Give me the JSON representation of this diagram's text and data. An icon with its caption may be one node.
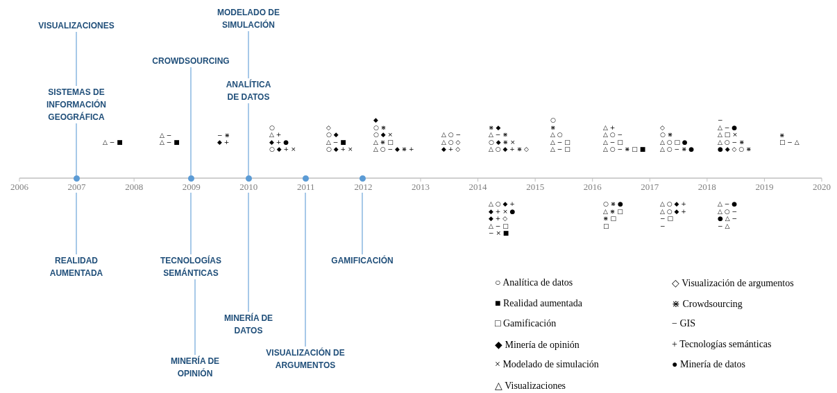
{
  "diagram": {
    "nodes": [
      {
        "text": [
          "VISUALIZACIONES"
        ]
      },
      {
        "text": [
          "SISTEMAS DE INFORMACIÓN GEOGRÁFICA"
        ]
      },
      {
        "text": [],
        "shape": "circle"
      },
      {
        "text": [
          "REALIDAD AUMENTADA"
        ]
      },
      {
        "text": [
          "CROWDSOURCING"
        ]
      },
      {
        "text": [],
        "shape": "circle"
      },
      {
        "text": [
          "TECNOLOGÍAS SEMÁNTICAS"
        ]
      },
      {
        "text": [
          "MINERÍA DE OPINIÓN"
        ]
      },
      {
        "text": [
          "MODELADO DE SIMULACIÓN"
        ]
      },
      {
        "text": [
          "ANALÍTICA DE DATOS"
        ]
      },
      {
        "text": [],
        "shape": "circle"
      },
      {
        "text": [
          "MINERÍA DE DATOS"
        ]
      },
      {
        "text": [],
        "shape": "circle"
      },
      {
        "text": [
          "VISUALIZACIÓN DE ARGUMENTOS"
        ]
      },
      {
        "text": [],
        "shape": "circle"
      },
      {
        "text": [
          "GAMIFICACIÓN"
        ]
      }
    ],
    "edges": [
      {
        "from": 0,
        "to": 1,
        "arrow": "none"
      },
      {
        "from": 1,
        "to": 2,
        "arrow": "none"
      },
      {
        "from": 2,
        "to": 3,
        "arrow": "none"
      },
      {
        "from": 4,
        "to": 5,
        "arrow": "none"
      },
      {
        "from": 5,
        "to": 6,
        "arrow": "none"
      },
      {
        "from": 6,
        "to": 7,
        "arrow": "none"
      },
      {
        "from": 8,
        "to": 9,
        "arrow": "none"
      },
      {
        "from": 9,
        "to": 10,
        "arrow": "none"
      },
      {
        "from": 10,
        "to": 11,
        "arrow": "none"
      },
      {
        "from": 12,
        "to": 13,
        "arrow": "none"
      },
      {
        "from": 14,
        "to": 15,
        "arrow": "none"
      }
    ],
    "labels": [
      "2006",
      "2007",
      "2008",
      "2009",
      "2010",
      "2011",
      "2012",
      "2013",
      "2014",
      "2015",
      "2016",
      "2017",
      "2018",
      "2019",
      "2020",
      "△ − ■",
      "△ −",
      "△ − ■",
      "− ⋇",
      "◆ +",
      "○",
      "△ +",
      "◆ + ●",
      "○ ◆ + ×",
      "◇",
      "○ ◆",
      "△ − ■",
      "○ ◆ + ×",
      "◆",
      "○ ⋇",
      "○ ◆ ×",
      "△ ⋇ □",
      "△ ○ − ◆ ⋇ +",
      "△ ○ −",
      "△ ○ ◇",
      "◆ + ◇",
      "⋇ ◆",
      "△ − ⋇",
      "○ ◆ ⋇ ×",
      "△ ○ ◆ + ⋇ ◇",
      "○",
      "⋇",
      "△ ○",
      "△ − □",
      "△ − □",
      "△ +",
      "△ ○ −",
      "△ − □",
      "△ ○ − ⋇ □ ■",
      "◇",
      "○ ⋇",
      "△ ○ □ ●",
      "△ ○ − ⋇ ●",
      "−",
      "△ − ●",
      "△ □ ×",
      "△ ○ − ⋇",
      "● ◆ ◇ ○ ⋇",
      "⋇",
      "□ − △",
      "△ ○ ◆ +",
      "◆ + × ●",
      "◆ + ◇",
      "△ − □",
      "− × ■",
      "○ ⋇ ●",
      "△ ⋇ □",
      "⋇ □",
      "□",
      "△ ○ ◆ +",
      "△ ○ ◆ +",
      "− □",
      "−",
      "△ − ●",
      "△ ○ −",
      "● △ −",
      "− △"
    ],
    "legend": [
      {
        "text": "○ Analítica de datos"
      },
      {
        "text": "◇ Visualización de argumentos"
      },
      {
        "text": "■ Realidad aumentada"
      },
      {
        "text": "⋇ Crowdsourcing"
      },
      {
        "text": "□ Gamificación"
      },
      {
        "text": "− GIS"
      },
      {
        "text": "◆ Minería de opinión"
      },
      {
        "text": "+ Tecnologías semánticas"
      },
      {
        "text": "× Modelado de simulación"
      },
      {
        "text": "● Minería de datos"
      },
      {
        "text": "△ Visualizaciones"
      }
    ]
  }
}
